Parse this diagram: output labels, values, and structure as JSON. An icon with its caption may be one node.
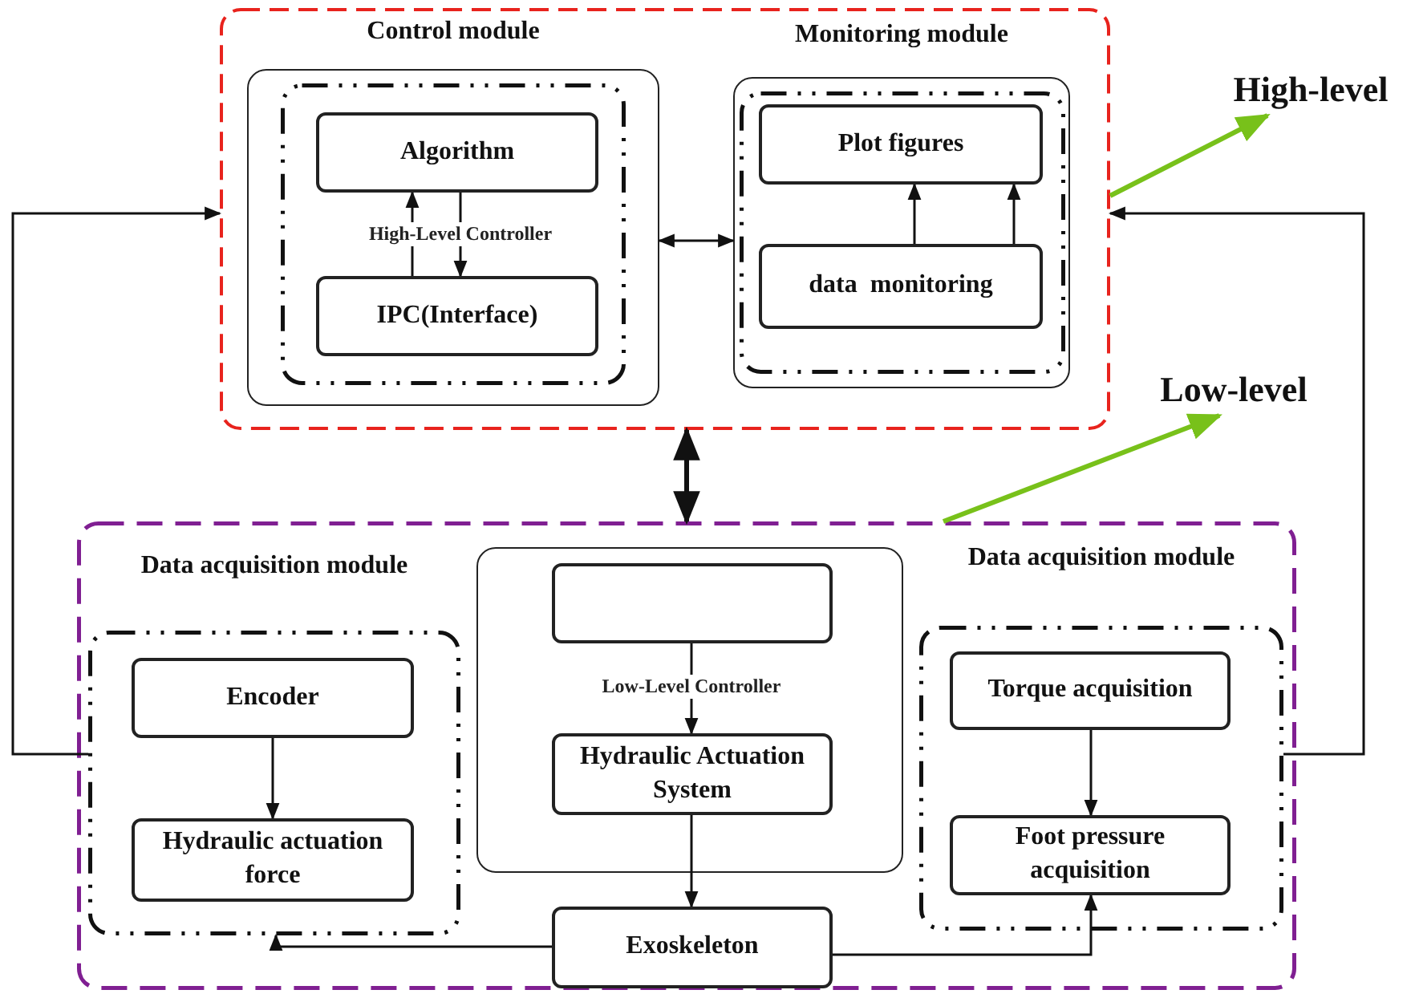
{
  "diagram": {
    "nodes": [
      {
        "text": [],
        "shape": "box"
      },
      {
        "text": [
          "Control module"
        ],
        "in": 0
      },
      {
        "text": [],
        "shape": "box",
        "in": 1
      },
      {
        "text": [
          "Algorithm"
        ],
        "in": 2
      },
      {
        "text": [
          "IPC(Interface)"
        ],
        "in": 2
      },
      {
        "text": [
          "Monitoring module"
        ],
        "in": 0
      },
      {
        "text": [],
        "shape": "box",
        "in": 5
      },
      {
        "text": [
          "Plot figures"
        ],
        "in": 6
      },
      {
        "text": [
          "data  monitoring"
        ],
        "in": 6
      },
      {
        "text": [
          "High-level"
        ]
      },
      {
        "text": [
          "Low-level"
        ]
      },
      {
        "text": [],
        "shape": "box"
      },
      {
        "text": [
          "Data acquisition module"
        ],
        "in": 11
      },
      {
        "text": [
          "Encoder"
        ],
        "in": 12
      },
      {
        "text": [
          "Hydraulic actuation force"
        ],
        "in": 12
      },
      {
        "text": [],
        "shape": "box",
        "in": 11
      },
      {
        "text": [],
        "shape": "box",
        "in": 15
      },
      {
        "text": [
          "Hydraulic Actuation System"
        ],
        "in": 15
      },
      {
        "text": [
          "Exoskeleton"
        ],
        "in": 11
      },
      {
        "text": [
          "Data acquisition module"
        ],
        "in": 11
      },
      {
        "text": [
          "Torque acquisition"
        ],
        "in": 19
      },
      {
        "text": [
          "Foot pressure acquisition"
        ],
        "in": 19
      }
    ],
    "edges": [
      {
        "from": 4,
        "to": 3,
        "arrow": "to"
      },
      {
        "from": 3,
        "to": 4,
        "arrow": "to",
        "label": "High-Level Controller"
      },
      {
        "from": 8,
        "to": 7,
        "arrow": "to"
      },
      {
        "from": 8,
        "to": 7,
        "arrow": "to"
      },
      {
        "from": 1,
        "to": 5,
        "arrow": "both"
      },
      {
        "from": 0,
        "to": 11,
        "arrow": "both",
        "style": "thick"
      },
      {
        "from": 0,
        "to": 9,
        "arrow": "to",
        "style": "thick",
        "color": "#78c11a"
      },
      {
        "from": 11,
        "to": 10,
        "arrow": "to",
        "style": "thick",
        "color": "#78c11a"
      },
      {
        "from": 12,
        "to": 0,
        "arrow": "to"
      },
      {
        "from": 19,
        "to": 0,
        "arrow": "to"
      },
      {
        "from": 13,
        "to": 14,
        "arrow": "to"
      },
      {
        "from": 16,
        "to": 17,
        "arrow": "to",
        "label": "Low-Level Controller"
      },
      {
        "from": 17,
        "to": 18,
        "arrow": "to"
      },
      {
        "from": 18,
        "to": 12,
        "arrow": "to"
      },
      {
        "from": 18,
        "to": 21,
        "arrow": "to"
      },
      {
        "from": 20,
        "to": 21,
        "arrow": "to"
      }
    ]
  }
}
